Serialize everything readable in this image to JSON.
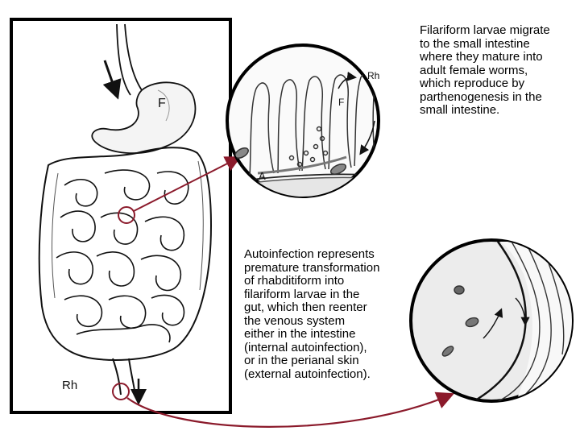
{
  "labels": {
    "stomach": "F",
    "rectum": "Rh",
    "inset_rh": "Rh",
    "inset_f": "F",
    "inset_a": "A"
  },
  "paragraphs": {
    "top": "Filariform larvae migrate\nto the small intestine\nwhere they mature into\nadult female worms,\nwhich reproduce by\nparthenogenesis in the\nsmall intestine.",
    "bottom": "Autoinfection represents\npremature transformation\nof rhabditiform into\nfilariform larvae in the\ngut, which then reenter\nthe venous system\neither in the intestine\n(internal autoinfection),\nor in the perianal skin\n(external autoinfection)."
  },
  "colors": {
    "pointer": "#8b1a2b",
    "ink": "#111111",
    "shade": "#d0d0d0"
  }
}
